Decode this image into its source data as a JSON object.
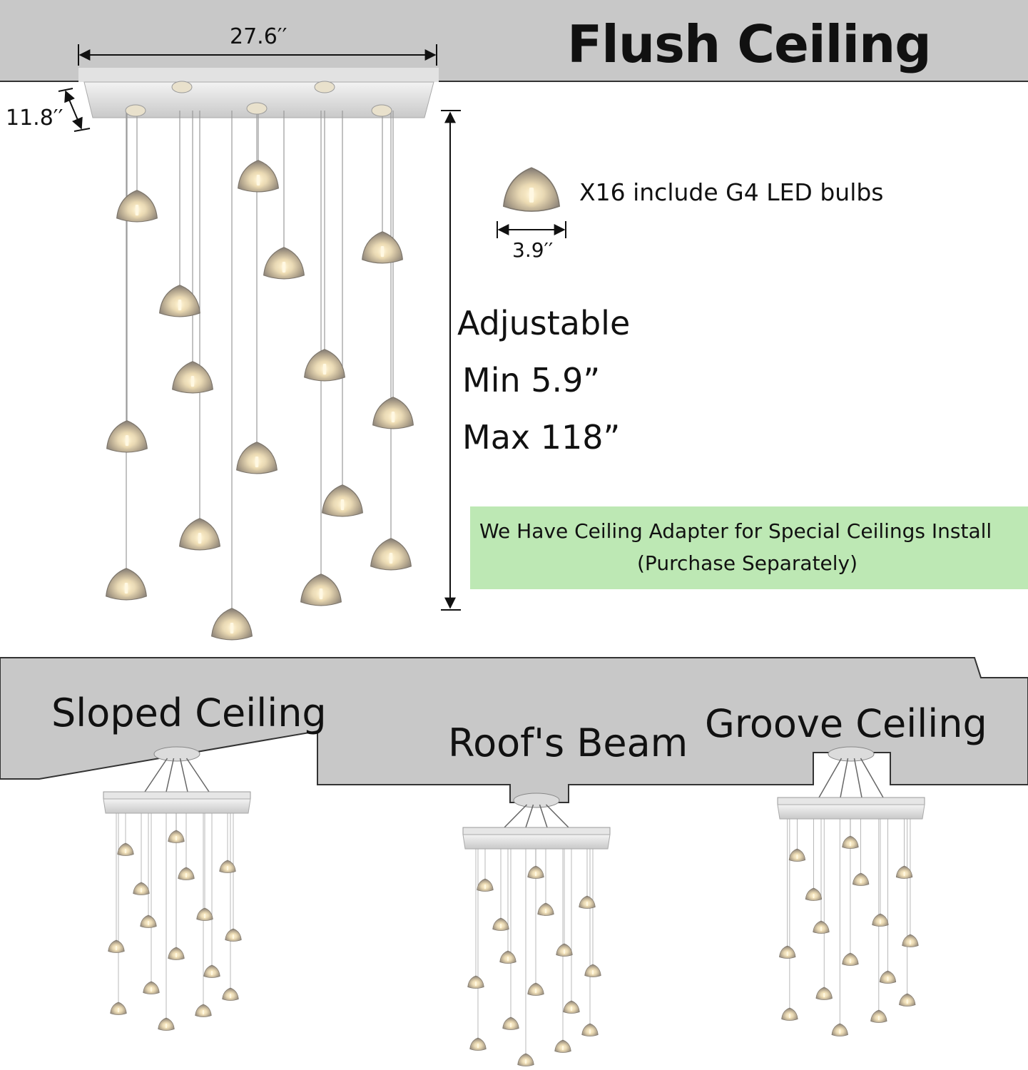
{
  "title": "Flush Ceiling",
  "dimensions": {
    "width": "27.6′′",
    "depth": "11.8′′",
    "bulb_width": "3.9′′"
  },
  "bulb_note": "X16 include G4 LED bulbs",
  "adjustable": {
    "label": "Adjustable",
    "min": "Min 5.9”",
    "max": "Max 118”"
  },
  "adapter_note": {
    "line1": "We Have Ceiling Adapter for Special Ceilings Install",
    "line2": "(Purchase Separately)"
  },
  "install_types": {
    "sloped": "Sloped Ceiling",
    "beam": "Roof's Beam",
    "groove": "Groove Ceiling"
  },
  "colors": {
    "ceiling_gray": "#c8c8c8",
    "adapter_green": "#bde8b4",
    "canopy_silver": "#dcdcdc"
  }
}
